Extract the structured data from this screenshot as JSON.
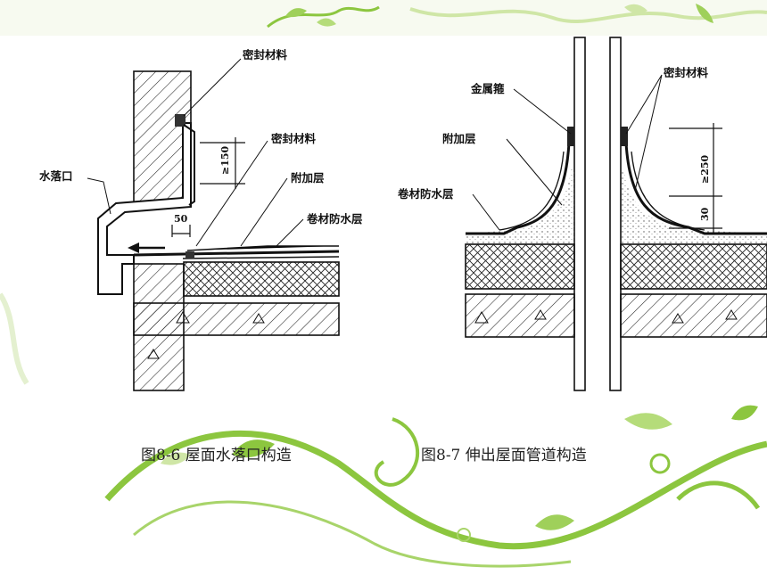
{
  "figures": [
    {
      "caption": "图8-6   屋面水落口构造",
      "labels": {
        "sealant_top": "密封材料",
        "sealant_mid": "密封材料",
        "additional_layer": "附加层",
        "membrane": "卷材防水层",
        "drain_outlet": "水落口"
      },
      "dims": {
        "height": "≥150",
        "overlap": "50"
      }
    },
    {
      "caption": "图8-7  伸出屋面管道构造",
      "labels": {
        "metal_hoop": "金属箍",
        "additional_layer": "附加层",
        "membrane": "卷材防水层",
        "sealant": "密封材料"
      },
      "dims": {
        "height": "≥250",
        "base": "30"
      }
    }
  ],
  "colors": {
    "leaf_green": "#8cc63f",
    "leaf_light": "#cfe6a6",
    "ink": "#111111"
  }
}
